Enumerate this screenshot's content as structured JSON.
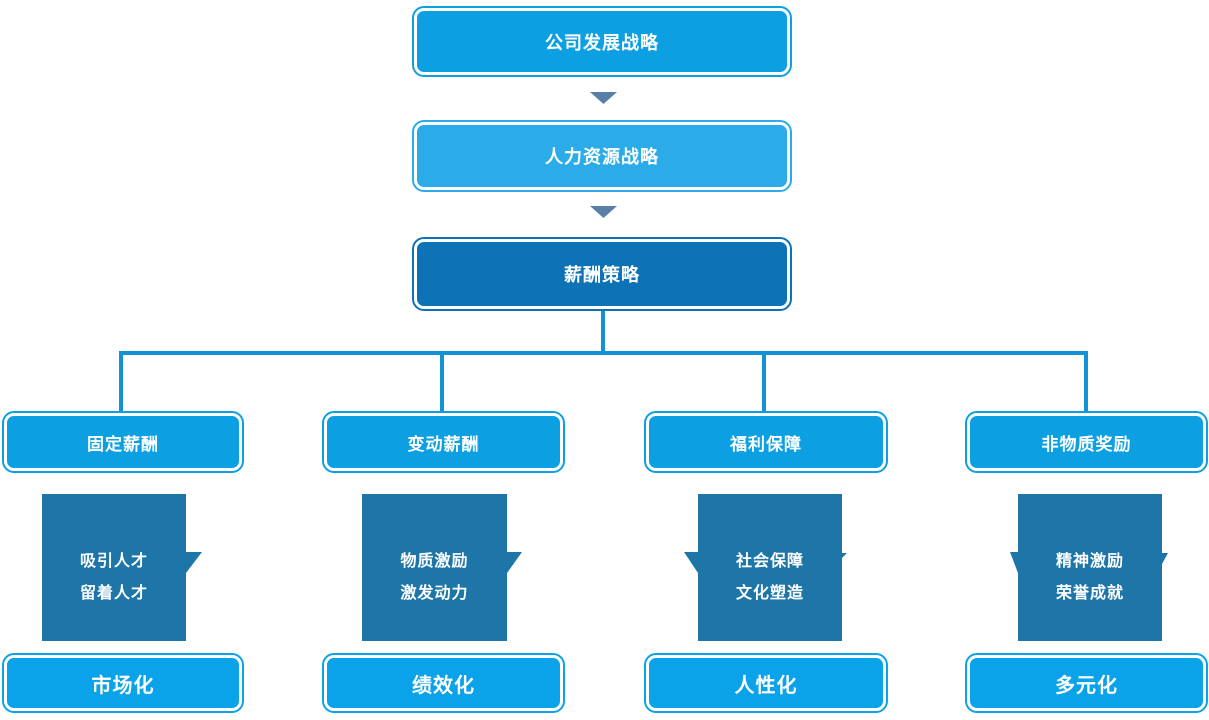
{
  "colors": {
    "azure": "#0C9FE2",
    "azure2": "#0AA2E8",
    "light": "#2BACE9",
    "dark": "#0D73B6",
    "steel": "#1E76A8",
    "line": "#1193D6",
    "slate": "#5880A6"
  },
  "flow": {
    "top_nodes": [
      {
        "label": "公司发展战略"
      },
      {
        "label": "人力资源战略"
      },
      {
        "label": "薪酬策略"
      }
    ],
    "columns": [
      {
        "branch": "固定薪酬",
        "detail_line1": "吸引人才",
        "detail_line2": "留着人才",
        "result": "市场化"
      },
      {
        "branch": "变动薪酬",
        "detail_line1": "物质激励",
        "detail_line2": "激发动力",
        "result": "绩效化"
      },
      {
        "branch": "福利保障",
        "detail_line1": "社会保障",
        "detail_line2": "文化塑造",
        "result": "人性化"
      },
      {
        "branch": "非物质奖励",
        "detail_line1": "精神激励",
        "detail_line2": "荣誉成就",
        "result": "多元化"
      }
    ]
  }
}
